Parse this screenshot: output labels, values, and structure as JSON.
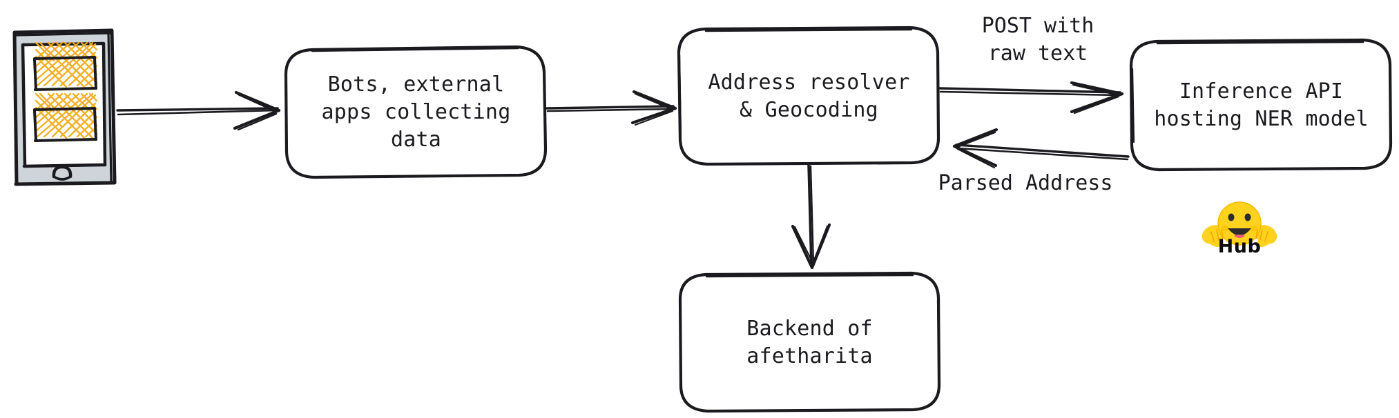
{
  "diagram": {
    "title": "afetharita address parsing pipeline",
    "style": "hand-drawn-sketch",
    "background_color": "#ffffff",
    "stroke_color": "#1b1b1f",
    "accent_color": "#f2ac1b",
    "device_body_color": "#ced4da",
    "nodes": [
      {
        "id": "device",
        "name": "mobile-device",
        "icon": "mobile-phone-icon",
        "label": ""
      },
      {
        "id": "bots",
        "name": "bots-external-apps",
        "label": "Bots, external\napps collecting\ndata"
      },
      {
        "id": "resolver",
        "name": "address-resolver",
        "label": "Address resolver\n& Geocoding"
      },
      {
        "id": "inference",
        "name": "inference-api",
        "label": "Inference API\nhosting NER model"
      },
      {
        "id": "backend",
        "name": "backend-afetharita",
        "label": "Backend of\nafetharita"
      }
    ],
    "edges": [
      {
        "id": "e1",
        "name": "device-to-bots",
        "from": "device",
        "to": "bots",
        "label": ""
      },
      {
        "id": "e2",
        "name": "bots-to-resolver",
        "from": "bots",
        "to": "resolver",
        "label": ""
      },
      {
        "id": "e3",
        "name": "resolver-to-inference",
        "from": "resolver",
        "to": "inference",
        "label": "POST with\nraw text"
      },
      {
        "id": "e4",
        "name": "inference-to-resolver",
        "from": "inference",
        "to": "resolver",
        "label": "Parsed Address"
      },
      {
        "id": "e5",
        "name": "resolver-to-backend",
        "from": "resolver",
        "to": "backend",
        "label": ""
      }
    ],
    "logos": [
      {
        "id": "hub",
        "name": "huggingface-hub-logo",
        "label": "Hub",
        "emoji": "🤗"
      }
    ]
  }
}
